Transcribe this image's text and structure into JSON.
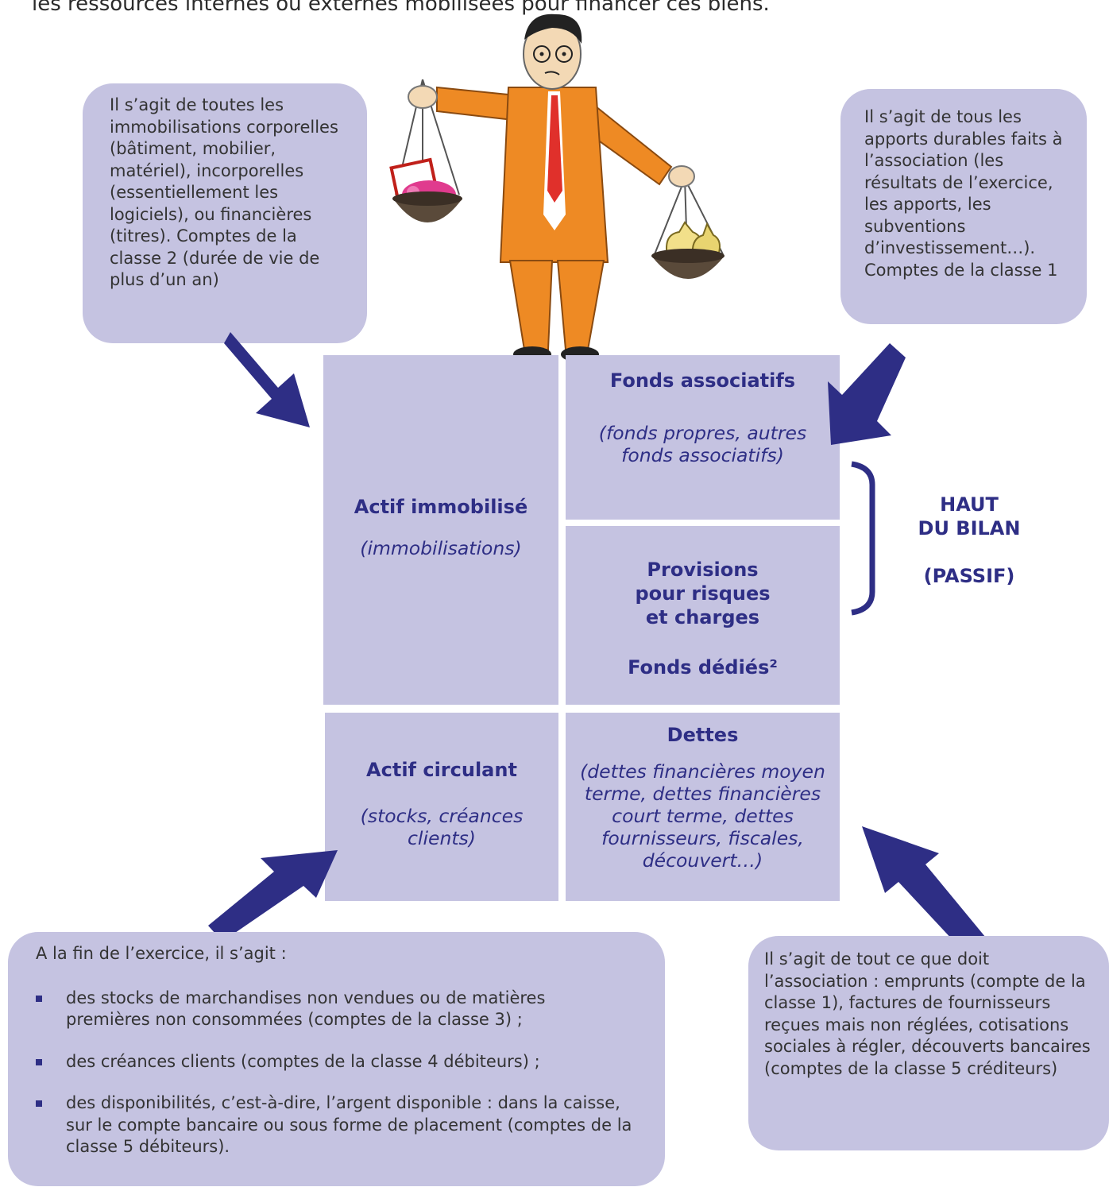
{
  "header_text": "les ressources internes ou externes mobilisées pour financer ces biens.",
  "bubbles": {
    "immobilisations": "Il s’agit de toutes les immobilisations corporelles (bâtiment, mobilier, matériel), incorporelles (essentiellement les logiciels), ou financières (titres). Comptes de la classe 2 (durée de vie de plus d’un an)",
    "apports": "Il s’agit de tous les apports durables faits à l’association (les résultats de l’exercice, les apports, les subventions d’investissement…). Comptes de la classe 1",
    "circulant": {
      "intro": "A la fin de l’exercice, il s’agit :",
      "items": [
        "des stocks de marchandises non vendues ou de matières premières non consommées (comptes de la classe 3) ;",
        "des créances clients (comptes de la classe 4 débiteurs) ;",
        "des disponibilités, c’est-à-dire, l’argent disponible : dans la caisse, sur le compte bancaire ou sous forme de placement (comptes de la classe 5 débiteurs)."
      ]
    },
    "dettes": "Il s’agit de tout ce que doit l’association : emprunts (compte de la classe 1), factures de fournisseurs reçues mais non réglées, cotisations sociales à régler, découverts bancaires (comptes de la classe 5 créditeurs)"
  },
  "cells": {
    "actif_immobilise": {
      "title": "Actif immobilisé",
      "subtitle": "(immobilisations)"
    },
    "fonds_associatifs": {
      "title": "Fonds associatifs",
      "subtitle": "(fonds propres, autres fonds associatifs)"
    },
    "provisions": {
      "title": "Provisions pour risques et charges",
      "subtitle": "Fonds dédiés²"
    },
    "actif_circulant": {
      "title": "Actif circulant",
      "subtitle": "(stocks, créances clients)"
    },
    "dettes": {
      "title": "Dettes",
      "subtitle": "(dettes financières moyen terme, dettes financières court terme, dettes fournisseurs, fiscales, découvert…)"
    }
  },
  "side_label": {
    "line1": "HAUT",
    "line2": "DU BILAN",
    "line3": "(PASSIF)"
  },
  "colors": {
    "box_fill": "#c5c3e1",
    "title_text": "#2e2e85",
    "arrow": "#2e2e85",
    "suit": "#ee8a24",
    "tie": "#e0302b"
  },
  "icons": [
    "man-with-scales-illustration",
    "piggy-bank-icon",
    "money-bags-icon"
  ]
}
